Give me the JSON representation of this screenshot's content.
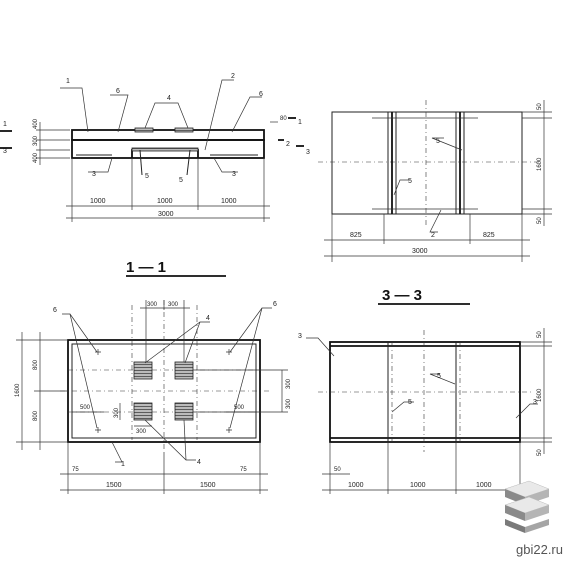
{
  "section_1": {
    "title": "1 — 1",
    "dims_bottom": [
      "1000",
      "1000",
      "1000"
    ],
    "dim_total": "3000",
    "dims_left": [
      "400",
      "300",
      "400"
    ],
    "dim_right": "80",
    "callouts": [
      "1",
      "6",
      "4",
      "2",
      "6",
      "3",
      "5",
      "5",
      "3"
    ],
    "cut_marks": [
      "1",
      "3",
      "2",
      "3",
      "1"
    ]
  },
  "plan_top_right": {
    "dims_bottom": [
      "825",
      "825"
    ],
    "dim_total": "3000",
    "dims_right": [
      "50",
      "1600",
      "50"
    ],
    "callouts": [
      "5",
      "5",
      "2"
    ]
  },
  "plan_bottom_left": {
    "dims_top": [
      "300",
      "300"
    ],
    "dims_left": [
      "1600",
      "800",
      "800"
    ],
    "dims_inner": [
      "500",
      "300",
      "300",
      "500",
      "300",
      "300"
    ],
    "dims_bottom": [
      "75",
      "75"
    ],
    "dim_halves": [
      "1500",
      "1500"
    ],
    "callouts": [
      "6",
      "4",
      "6",
      "4",
      "1"
    ]
  },
  "section_3": {
    "title": "3 — 3",
    "dims_bottom": [
      "50",
      "1000",
      "1000",
      "1000"
    ],
    "dims_right": [
      "50",
      "1600",
      "50"
    ],
    "callouts": [
      "3",
      "5",
      "3",
      "5"
    ]
  },
  "watermark": "gbi22.ru"
}
